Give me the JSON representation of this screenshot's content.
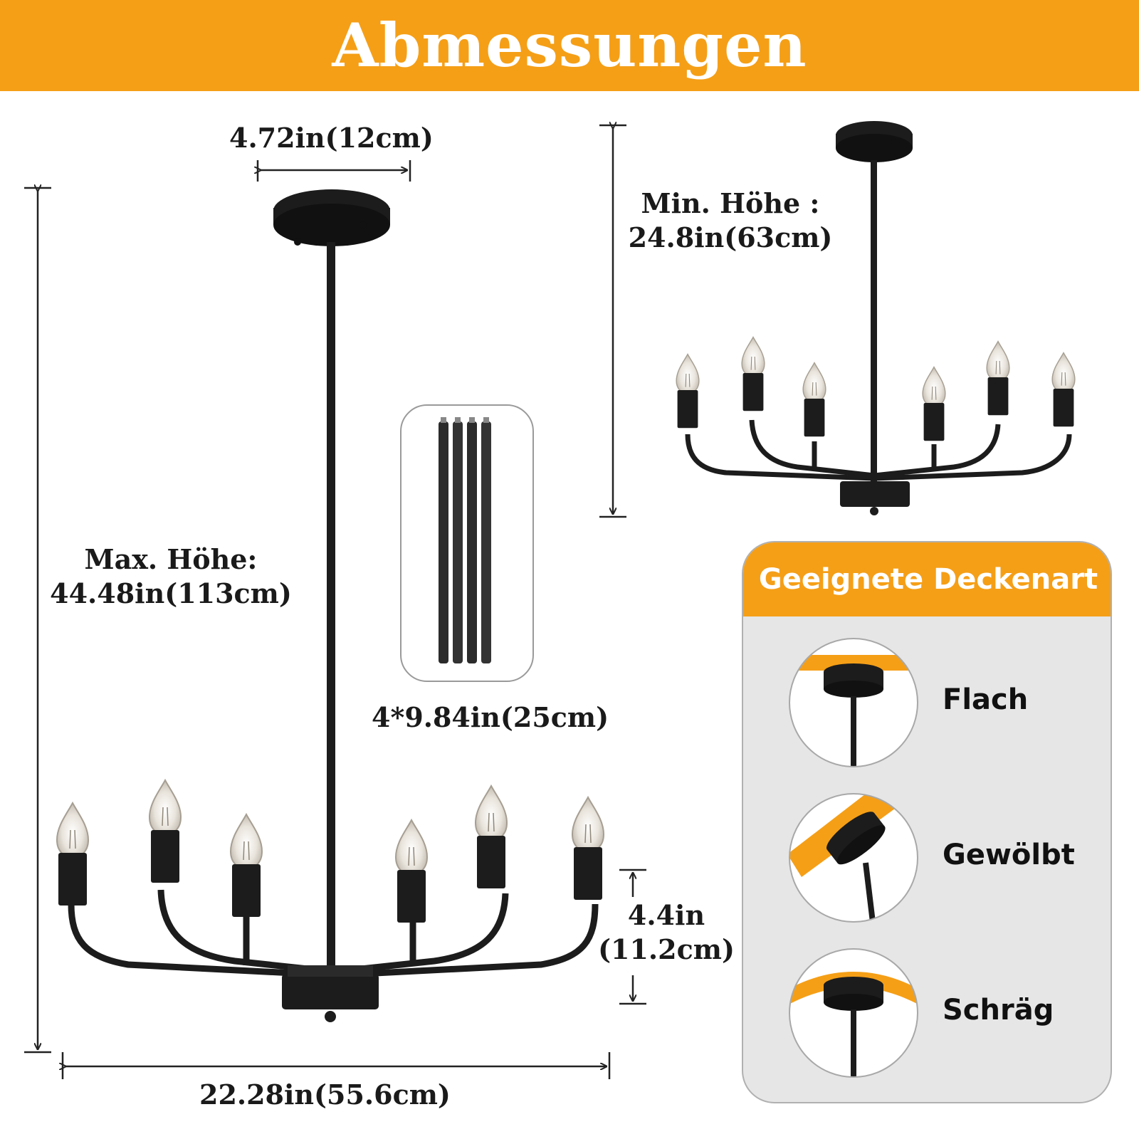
{
  "header": {
    "title": "Abmessungen"
  },
  "dimensions": {
    "canopy_width": "4.72in(12cm)",
    "max_height_label": "Max. Höhe:",
    "max_height_value": "44.48in(113cm)",
    "min_height_label": "Min. Höhe :",
    "min_height_value": "24.8in(63cm)",
    "rods": "4*9.84in(25cm)",
    "arm_height_in": "4.4in",
    "arm_height_cm": "(11.2cm)",
    "total_width": "22.28in(55.6cm)"
  },
  "ceiling_panel": {
    "title": "Geeignete Deckenart",
    "types": [
      "Flach",
      "Gewölbt",
      "Schräg"
    ]
  },
  "colors": {
    "accent": "#f59f17",
    "fixture": "#1c1c1c",
    "panel_bg": "#e6e6e6"
  }
}
